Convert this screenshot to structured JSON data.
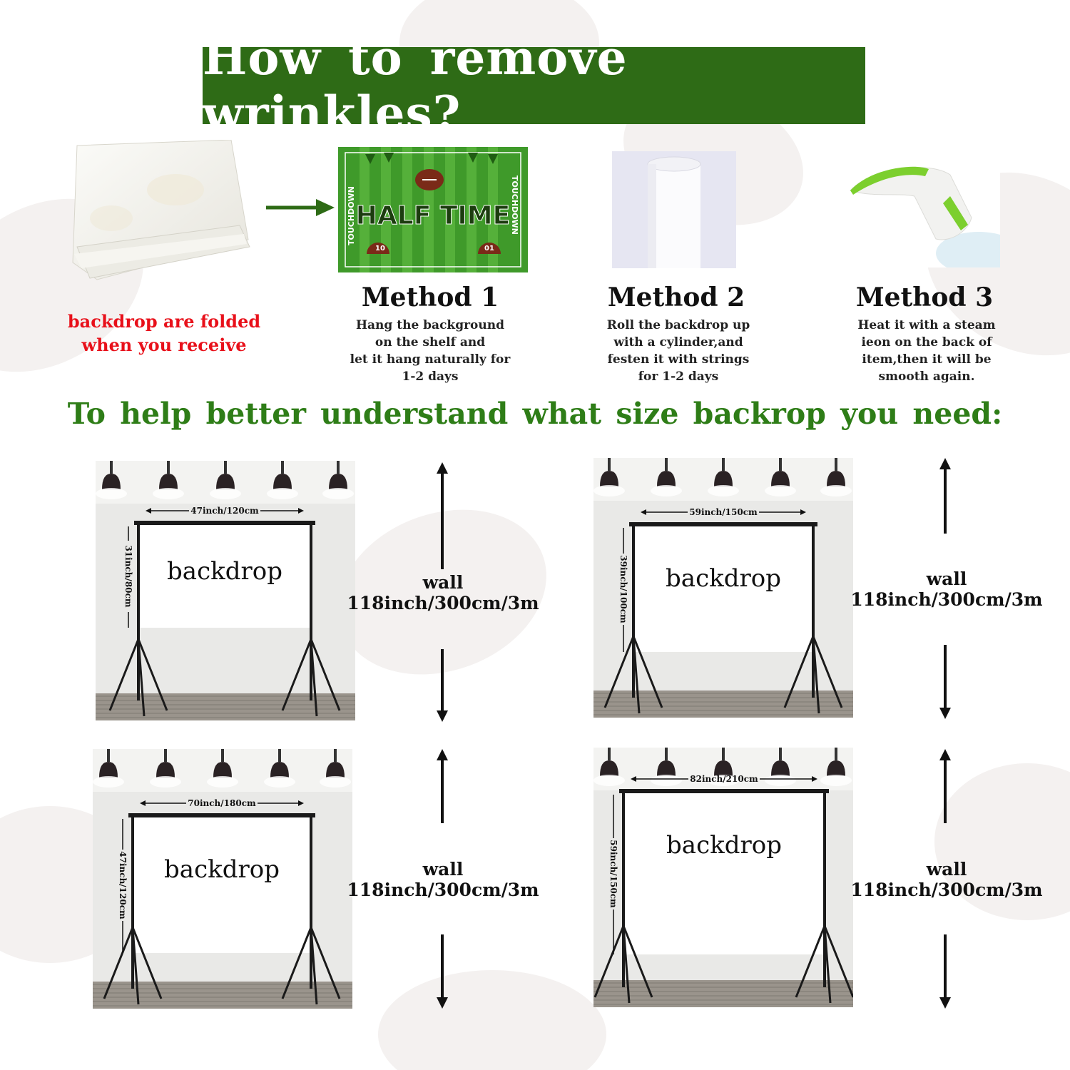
{
  "header": {
    "title": "How to remove wrinkles?"
  },
  "folded": {
    "caption_line1": "backdrop are folded",
    "caption_line2": "when you receive"
  },
  "methods": [
    {
      "title": "Method 1",
      "desc": "Hang the background\non the shelf and\nlet it hang naturally for\n1-2 days"
    },
    {
      "title": "Method 2",
      "desc": "Roll the backdrop up\nwith a cylinder,and\nfesten it with strings\nfor 1-2 days"
    },
    {
      "title": "Method 3",
      "desc": "Heat it with a steam\nieon on the back of\nitem,then it will be\nsmooth again."
    }
  ],
  "method1_image": {
    "banner_text": "HALF TIME",
    "side_text": "TOUCHDOWN",
    "helmet_left": "10",
    "helmet_right": "01"
  },
  "size_section": {
    "heading": "To help better understand what size backrop you need:"
  },
  "sizes": [
    {
      "width_label": "47inch/120cm",
      "height_label": "31inch/80cm",
      "backdrop_label": "backdrop"
    },
    {
      "width_label": "59inch/150cm",
      "height_label": "39inch/100cm",
      "backdrop_label": "backdrop"
    },
    {
      "width_label": "70inch/180cm",
      "height_label": "47inch/120cm",
      "backdrop_label": "backdrop"
    },
    {
      "width_label": "82inch/210cm",
      "height_label": "59inch/150cm",
      "backdrop_label": "backdrop"
    }
  ],
  "wall": {
    "label": "wall",
    "size": "118inch/300cm/3m"
  },
  "colors": {
    "banner_green": "#2e6b16",
    "heading_green": "#2e7d17",
    "caption_red": "#e8101a"
  }
}
